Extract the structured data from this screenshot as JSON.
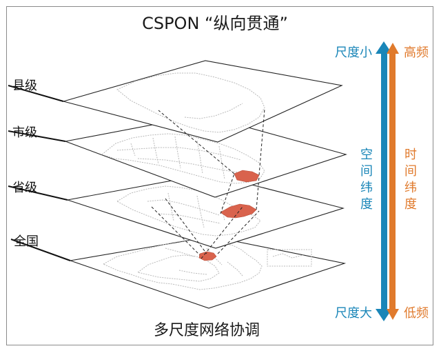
{
  "title": "CSPON “纵向贯通”",
  "subtitle": "多尺度网络协调",
  "levels": [
    {
      "label": "县级"
    },
    {
      "label": "市级"
    },
    {
      "label": "省级"
    },
    {
      "label": "全国"
    }
  ],
  "spatial_axis": {
    "top": "尺度小",
    "bottom": "尺度大",
    "label_chars": [
      "空",
      "间",
      "纬",
      "度"
    ],
    "color": "#1a86b8"
  },
  "temporal_axis": {
    "top": "高频",
    "bottom": "低频",
    "label_chars": [
      "时",
      "间",
      "纬",
      "度"
    ],
    "color": "#e07a2c"
  },
  "highlight_color": "#d9634d"
}
